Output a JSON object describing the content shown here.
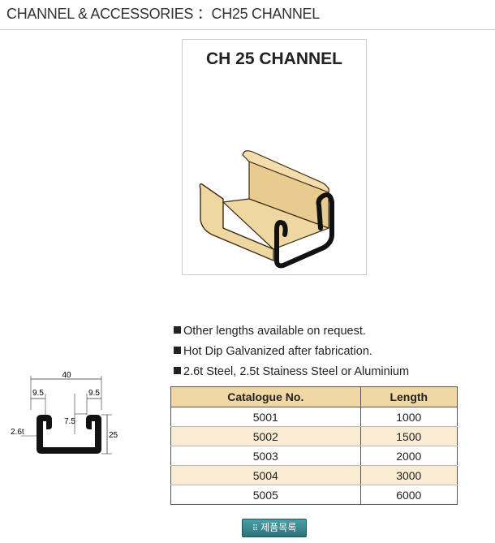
{
  "header": {
    "title": "CHANNEL & ACCESSORIES  ：CH25 CHANNEL"
  },
  "product": {
    "title": "CH 25 CHANNEL",
    "image_icon": "channel-3d-illustration"
  },
  "notes": [
    "Other lengths available on request.",
    "Hot Dip Galvanized after fabrication.",
    "2.6t Steel, 2.5t Stainess Steel or Aluminium"
  ],
  "dimensions": {
    "width": "40",
    "lip_left": "9.5",
    "lip_right": "9.5",
    "opening": "7.5",
    "thickness": "2.6t",
    "height": "25"
  },
  "table": {
    "headers": [
      "Catalogue No.",
      "Length"
    ],
    "rows": [
      [
        "5001",
        "1000"
      ],
      [
        "5002",
        "1500"
      ],
      [
        "5003",
        "2000"
      ],
      [
        "5004",
        "3000"
      ],
      [
        "5005",
        "6000"
      ]
    ]
  },
  "colors": {
    "header_bg": "#f1d7a3",
    "row_alt": "#faecd3",
    "channel_fill": "#efd7a1",
    "button": "#2f7a80"
  },
  "button": {
    "label": "제품목록",
    "icon": "grid-icon"
  }
}
